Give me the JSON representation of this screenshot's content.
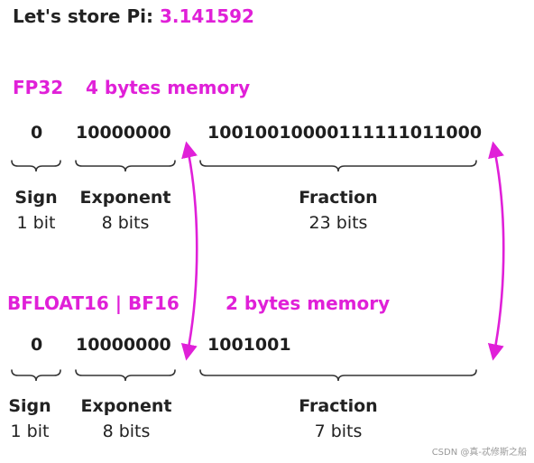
{
  "title": {
    "text": "Let's store Pi: ",
    "value": "3.141592"
  },
  "fp32": {
    "name": "FP32",
    "memory": "4 bytes memory",
    "sign_bits": "0",
    "exponent_bits": "10000000",
    "fraction_bits": "10010010000111111011000",
    "sign_label": "Sign",
    "sign_size": "1 bit",
    "exponent_label": "Exponent",
    "exponent_size": "8 bits",
    "fraction_label": "Fraction",
    "fraction_size": "23 bits"
  },
  "bf16": {
    "name": "BFLOAT16 | BF16",
    "memory": "2 bytes memory",
    "sign_bits": "0",
    "exponent_bits": "10000000",
    "fraction_bits": "1001001",
    "sign_label": "Sign",
    "sign_size": "1 bit",
    "exponent_label": "Exponent",
    "exponent_size": "8 bits",
    "fraction_label": "Fraction",
    "fraction_size": "7 bits"
  },
  "colors": {
    "accent": "#e020d8",
    "text": "#222222",
    "brace": "#333333"
  },
  "watermark": "CSDN @真-忒修斯之船"
}
